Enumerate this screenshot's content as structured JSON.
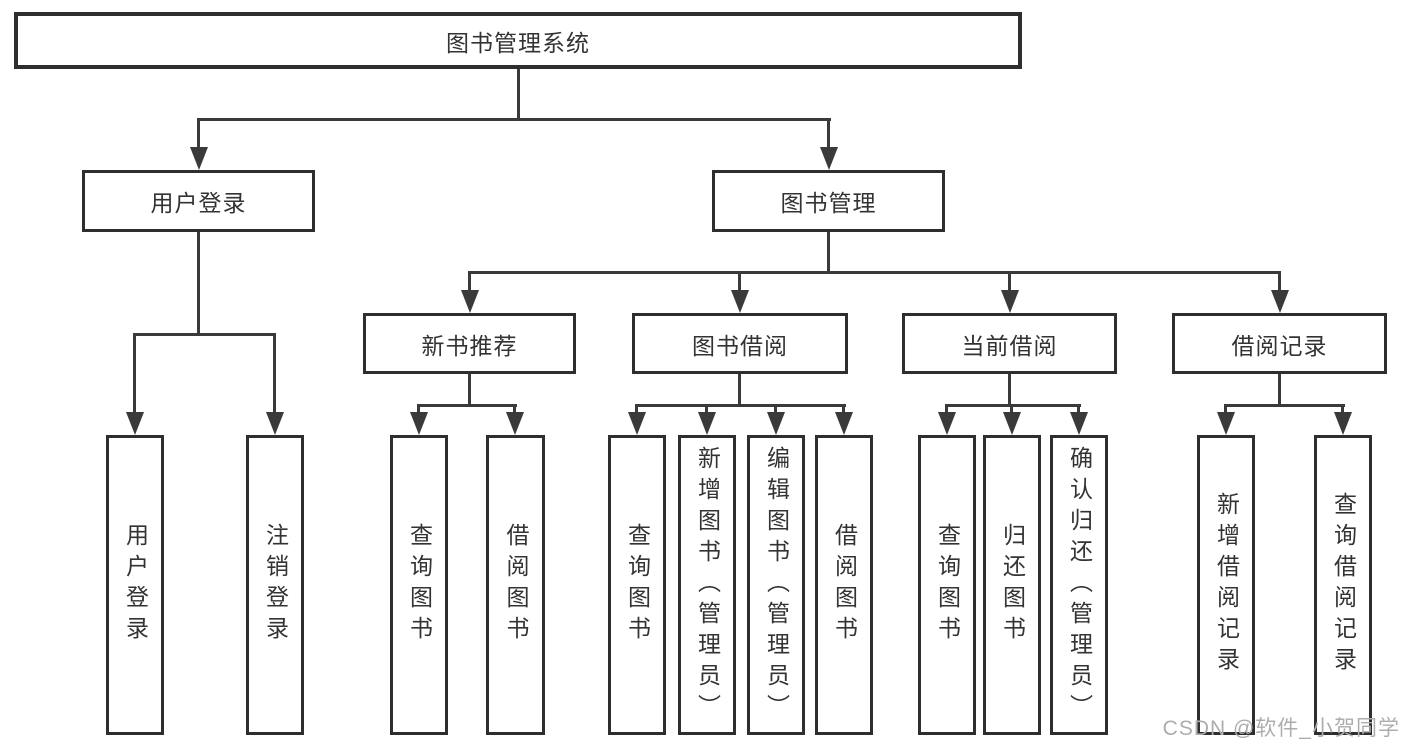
{
  "title": "图书管理系统",
  "colors": {
    "background": "#ffffff",
    "box_fill": "#ffffff",
    "box_border": "#2e2e2e",
    "line": "#3a3a3a",
    "text": "#333333",
    "watermark": "#adadad"
  },
  "tree": {
    "root": {
      "label": "图书管理系统"
    },
    "branches": [
      {
        "label": "用户登录",
        "children": [
          {
            "label": "用户登录"
          },
          {
            "label": "注销登录"
          }
        ]
      },
      {
        "label": "图书管理",
        "children": [
          {
            "label": "新书推荐",
            "children": [
              {
                "label": "查询图书"
              },
              {
                "label": "借阅图书"
              }
            ]
          },
          {
            "label": "图书借阅",
            "children": [
              {
                "label": "查询图书"
              },
              {
                "label": "新增图书（管理员）"
              },
              {
                "label": "编辑图书（管理员）"
              },
              {
                "label": "借阅图书"
              }
            ]
          },
          {
            "label": "当前借阅",
            "children": [
              {
                "label": "查询图书"
              },
              {
                "label": "归还图书"
              },
              {
                "label": "确认归还（管理员）"
              }
            ]
          },
          {
            "label": "借阅记录",
            "children": [
              {
                "label": "新增借阅记录"
              },
              {
                "label": "查询借阅记录"
              }
            ]
          }
        ]
      }
    ]
  },
  "watermark": {
    "text": "CSDN @软件_小贺同学"
  }
}
